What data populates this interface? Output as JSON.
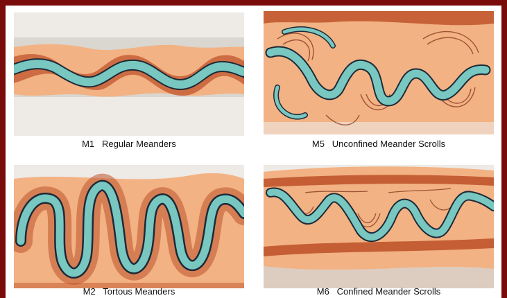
{
  "figure": {
    "panels": [
      {
        "id": "M1",
        "caption": "M1   Regular Meanders"
      },
      {
        "id": "M5",
        "caption": "M5   Unconfined Meander Scrolls"
      },
      {
        "id": "M2",
        "caption": "M2   Tortous Meanders"
      },
      {
        "id": "M6",
        "caption": "M6   Confined Meander Scrolls"
      }
    ]
  },
  "colors": {
    "frame": "#7a0b0b",
    "paper": "#eeeae6",
    "floodplain": "#f2b283",
    "bank": "#c0542c",
    "channel": "#78c7c0",
    "channel_edge": "#1e2a38",
    "gravel": "#c9c5bf"
  }
}
